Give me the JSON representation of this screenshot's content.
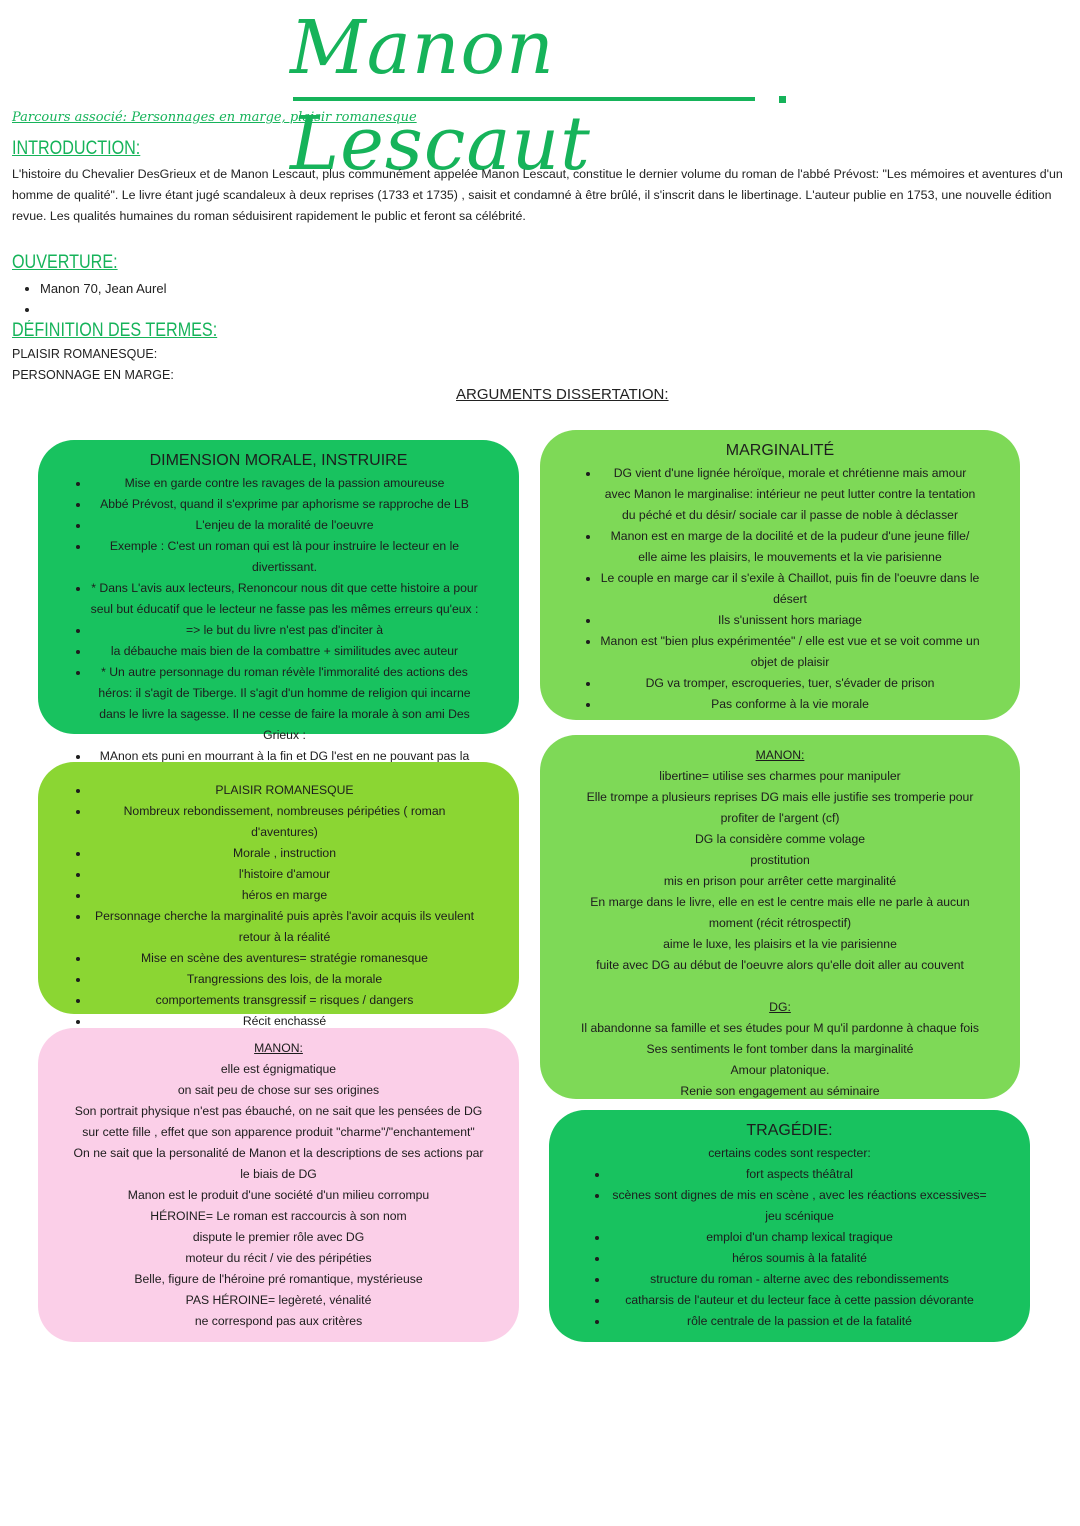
{
  "page": {
    "title": "Manon Lescaut",
    "parcours": "Parcours associé: Personnages en marge, plaisir romanesque"
  },
  "introduction": {
    "heading": "INTRODUCTION:",
    "text": "L'histoire du Chevalier DesGrieux et de Manon Lescaut, plus communément appelée Manon Lescaut, constitue le dernier volume du roman de l'abbé Prévost: \"Les mémoires et aventures d'un homme de qualité\". Le livre étant jugé scandaleux à deux reprises (1733 et 1735) , saisit et condamné à être brûlé, il s'inscrit dans le libertinage. L'auteur publie en 1753, une nouvelle édition revue. Les qualités humaines du roman  séduisirent rapidement le public et feront sa célébrité."
  },
  "ouverture": {
    "heading": "OUVERTURE:",
    "items": [
      "Manon 70, Jean Aurel",
      ""
    ]
  },
  "definitions": {
    "heading": "DÉFINITION DES TERMES:",
    "plaisir": "PLAISIR ROMANESQUE:",
    "personnage": "PERSONNAGE EN MARGE:"
  },
  "arguments_heading": "ARGUMENTS DISSERTATION:",
  "colors": {
    "accent": "#16b35a",
    "box_dark_green": "#18c25f",
    "box_light_green": "#7ed957",
    "box_lime": "#8bd633",
    "box_pink": "#fbcfe8"
  },
  "boxes": {
    "morale": {
      "title": "DIMENSION MORALE, INSTRUIRE",
      "items": [
        "Mise en garde contre les ravages de la passion amoureuse",
        "Abbé Prévost, quand il s'exprime par aphorisme se rapproche de LB",
        "L'enjeu de la moralité de l'oeuvre",
        "Exemple : C'est un roman qui est là pour instruire le lecteur en le divertissant.",
        "* Dans L'avis aux lecteurs, Renoncour nous dit que cette histoire a pour seul but éducatif que le lecteur ne fasse pas les mêmes erreurs qu'eux :",
        "=> le but du livre n'est pas d'inciter à",
        "la débauche mais bien de la combattre + similitudes avec auteur",
        "* Un autre personnage du roman révèle l'immoralité des actions des héros: il s'agit de Tiberge. Il s'agit d'un homme de religion qui incarne dans le livre la sagesse. Il ne cesse de faire la morale à son ami Des Grieux :",
        "MAnon ets puni en mourrant à la fin et DG l'est en ne pouvant pas la suivre"
      ]
    },
    "marginalite": {
      "title": "MARGINALITÉ",
      "items": [
        "DG vient d'une lignée héroïque, morale et chrétienne mais amour avec Manon le marginalise: intérieur ne peut lutter contre la tentation du péché et du désir/ sociale car il passe de noble à déclasser",
        "Manon est en marge de la docilité et de la pudeur d'une jeune fille/ elle aime les plaisirs, le mouvements et la vie parisienne",
        "Le couple en marge car il s'exile à Chaillot, puis fin de l'oeuvre dans le désert",
        "Ils s'unissent hors mariage",
        "Manon est \"bien plus expérimentée\"  / elle est vue et se voit comme un objet de plaisir",
        "DG va tromper, escroqueries, tuer, s'évader de prison",
        "Pas conforme à la vie morale"
      ]
    },
    "plaisir": {
      "title": "PLAISIR ROMANESQUE",
      "items": [
        "Nombreux rebondissement, nombreuses péripéties ( roman d'aventures)",
        "Morale , instruction",
        "l'histoire d'amour",
        "héros en marge",
        "Personnage cherche la marginalité puis après l'avoir acquis ils veulent retour à la réalité",
        "Mise en scène des aventures= stratégie romanesque",
        "Trangressions des lois, de la morale",
        "comportements transgressif = risques / dangers",
        "Récit enchassé"
      ]
    },
    "manon_dg": {
      "manon_title": "MANON:",
      "manon_lines": [
        "libertine= utilise ses charmes pour manipuler",
        "Elle trompe a plusieurs reprises DG mais elle justifie ses tromperie pour profiter de l'argent (cf)",
        "DG la considère comme volage",
        "prostitution",
        "mis en prison pour arrêter cette marginalité",
        "En marge dans le livre, elle en est le centre mais elle ne parle à aucun moment (récit rétrospectif)",
        "aime le luxe, les plaisirs et la vie parisienne",
        "fuite avec DG au début de l'oeuvre alors qu'elle doit aller au couvent"
      ],
      "dg_title": "DG:",
      "dg_lines": [
        "Il abandonne sa famille et ses études pour M qu'il pardonne à chaque fois",
        "Ses sentiments le font tomber dans la marginalité",
        "Amour platonique.",
        "Renie son engagement au séminaire"
      ]
    },
    "portrait": {
      "title": "MANON:",
      "lines": [
        "elle est égnigmatique",
        "on sait peu de chose sur ses origines",
        "Son portrait physique n'est pas ébauché, on ne sait que les pensées de DG sur cette fille , effet que son apparence produit \"charme\"/\"enchantement\"",
        "On ne sait que la personalité de Manon et la descriptions de ses actions par le biais de DG",
        "Manon est le produit d'une société d'un milieu corrompu",
        "HÉROINE= Le roman est raccourcis à son nom",
        "dispute le premier rôle avec DG",
        "moteur du récit / vie des péripéties",
        "Belle, figure de l'héroine pré romantique, mystérieuse",
        "PAS HÉROINE= legèreté, vénalité",
        "ne correspond pas aux critères"
      ]
    },
    "tragedie": {
      "title": "TRAGÉDIE:",
      "intro": "certains codes sont respecter:",
      "items": [
        "fort aspects théâtral",
        "scènes sont dignes de mis en scène , avec les réactions excessives= jeu scénique",
        "emploi d'un champ lexical tragique",
        "héros soumis à la fatalité",
        "structure du roman - alterne avec des rebondissements",
        "catharsis de l'auteur et du lecteur face à cette passion dévorante",
        "rôle centrale de la passion et de la fatalité"
      ]
    }
  }
}
